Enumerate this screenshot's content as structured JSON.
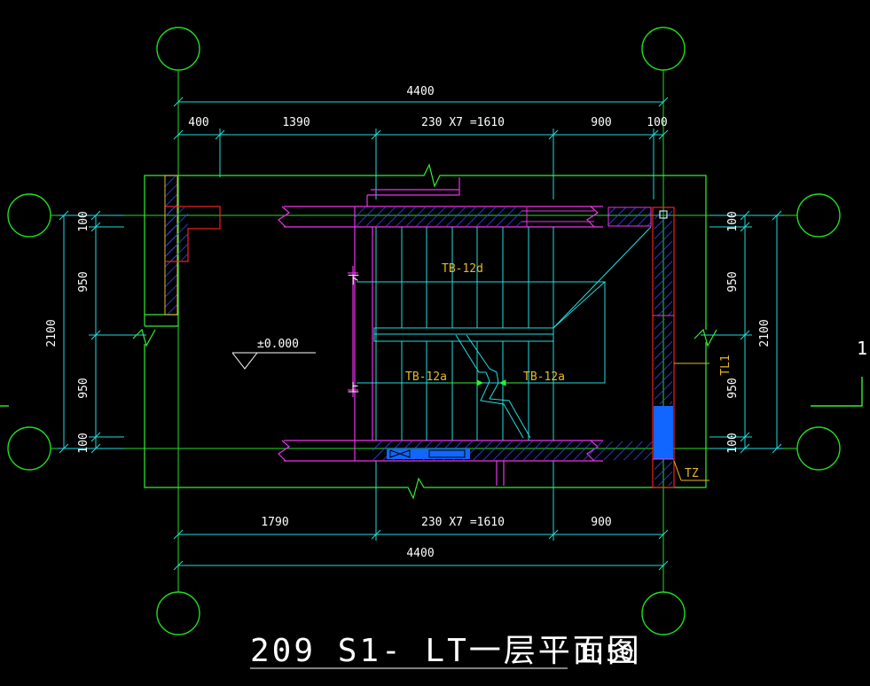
{
  "dimensions": {
    "top_overall": "4400",
    "top_400": "400",
    "top_1390": "1390",
    "top_steps": "230 X7 =1610",
    "top_900": "900",
    "top_100": "100",
    "bottom_1790": "1790",
    "bottom_steps": "230 X7 =1610",
    "bottom_900": "900",
    "bottom_overall": "4400",
    "left_100_top": "100",
    "left_950_top": "950",
    "left_2100": "2100",
    "left_950_bottom": "950",
    "left_100_bottom": "100",
    "right_100_top": "100",
    "right_950_top": "950",
    "right_2100": "2100",
    "right_950_bottom": "950",
    "right_100_bottom": "100"
  },
  "labels": {
    "tb12d": "TB-12d",
    "tb12a_left": "TB-12a",
    "tb12a_right": "TB-12a",
    "elevation": "±0.000",
    "down": "下",
    "up": "上",
    "tl1": "TL1",
    "tz": "TZ",
    "section_mark": "1"
  },
  "title": {
    "text": "209 S1- LT一层平面图",
    "scale": "1:50"
  },
  "colors": {
    "background": "#000000",
    "axis_circle": "#22dd22",
    "dimension_line": "#22dddd",
    "wall_outline": "#33ee33",
    "structure": "#ee33ee",
    "hatch": "#3344ff",
    "fill_blue": "#1166ff",
    "red": "#ee2222",
    "label": "#e8b828"
  }
}
